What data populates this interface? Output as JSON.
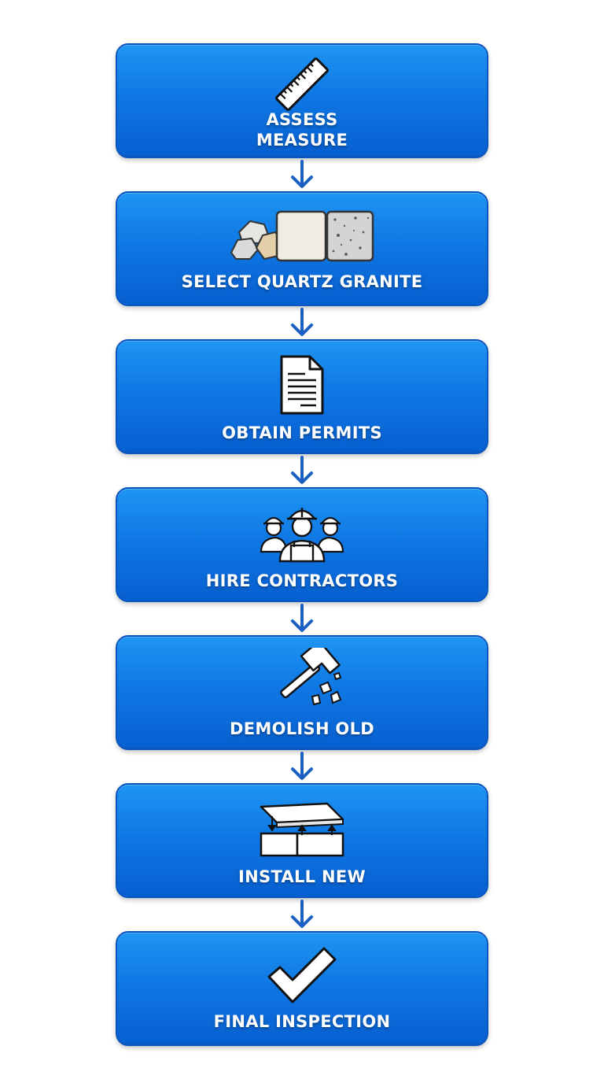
{
  "steps": [
    {
      "lines": [
        "ASSESS",
        "MEASURE"
      ],
      "icon": "ruler-icon"
    },
    {
      "lines": [
        "SELECT QUARTZ GRANITE"
      ],
      "icon": "stone-samples-icon"
    },
    {
      "lines": [
        "OBTAIN PERMITS"
      ],
      "icon": "document-icon"
    },
    {
      "lines": [
        "HIRE CONTRACTORS"
      ],
      "icon": "workers-icon"
    },
    {
      "lines": [
        "DEMOLISH OLD"
      ],
      "icon": "hammer-icon"
    },
    {
      "lines": [
        "INSTALL NEW"
      ],
      "icon": "countertop-install-icon"
    },
    {
      "lines": [
        "FINAL INSPECTION"
      ],
      "icon": "checkmark-icon"
    }
  ],
  "colors": {
    "box": "#0f78e4",
    "border": "#0a56bd",
    "arrow": "#1a5fc1",
    "text": "#ffffff"
  }
}
